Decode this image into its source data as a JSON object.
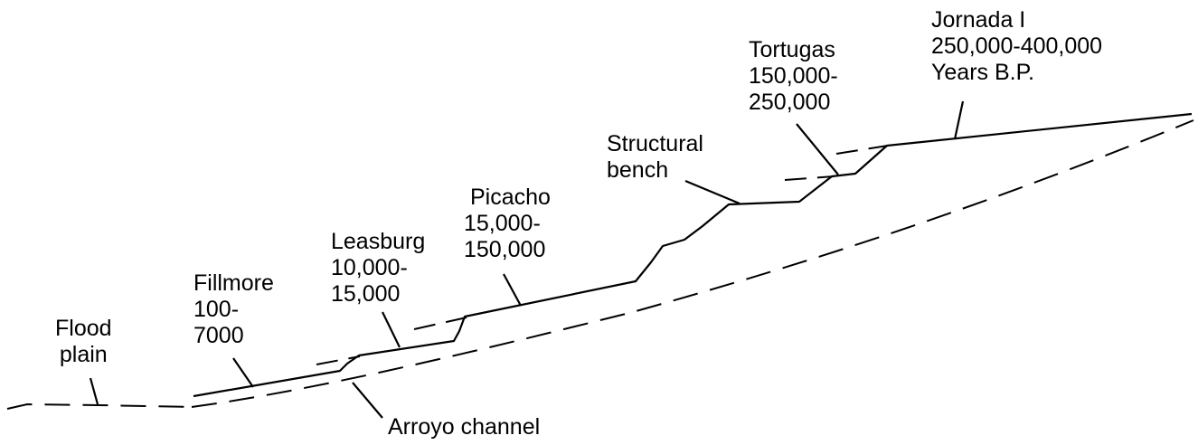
{
  "labels": {
    "flood_plain": [
      "Flood",
      "plain"
    ],
    "fillmore": [
      "Fillmore",
      "100-",
      "7000"
    ],
    "leasburg": [
      "Leasburg",
      "10,000-",
      "15,000"
    ],
    "picacho": [
      "Picacho",
      "15,000-",
      "150,000"
    ],
    "structural_bench": [
      "Structural",
      "bench"
    ],
    "tortugas": [
      "Tortugas",
      "150,000-",
      "250,000"
    ],
    "jornada": [
      "Jornada I",
      "250,000-400,000",
      "Years B.P."
    ],
    "arroyo_channel": "Arroyo channel"
  }
}
